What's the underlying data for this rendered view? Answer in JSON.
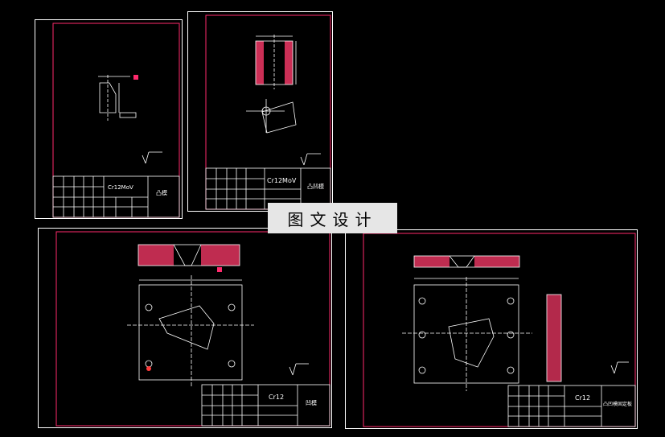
{
  "watermark": "图文设计",
  "colors": {
    "background": "#000000",
    "sheet_border": "#ffffff",
    "frame": "#ff2a6d",
    "line": "#ffffff",
    "hatch": "#ff3b6b",
    "accent": "#ff3b3b"
  },
  "sheets": [
    {
      "id": "sheet-1",
      "material": "Cr12MoV",
      "part_name": "凸模"
    },
    {
      "id": "sheet-2",
      "material": "Cr12MoV",
      "part_name": "凸凹模"
    },
    {
      "id": "sheet-3",
      "material": "Cr12",
      "part_name": "凹模"
    },
    {
      "id": "sheet-4",
      "material": "Cr12",
      "part_name": "凸凹模固定板"
    }
  ]
}
